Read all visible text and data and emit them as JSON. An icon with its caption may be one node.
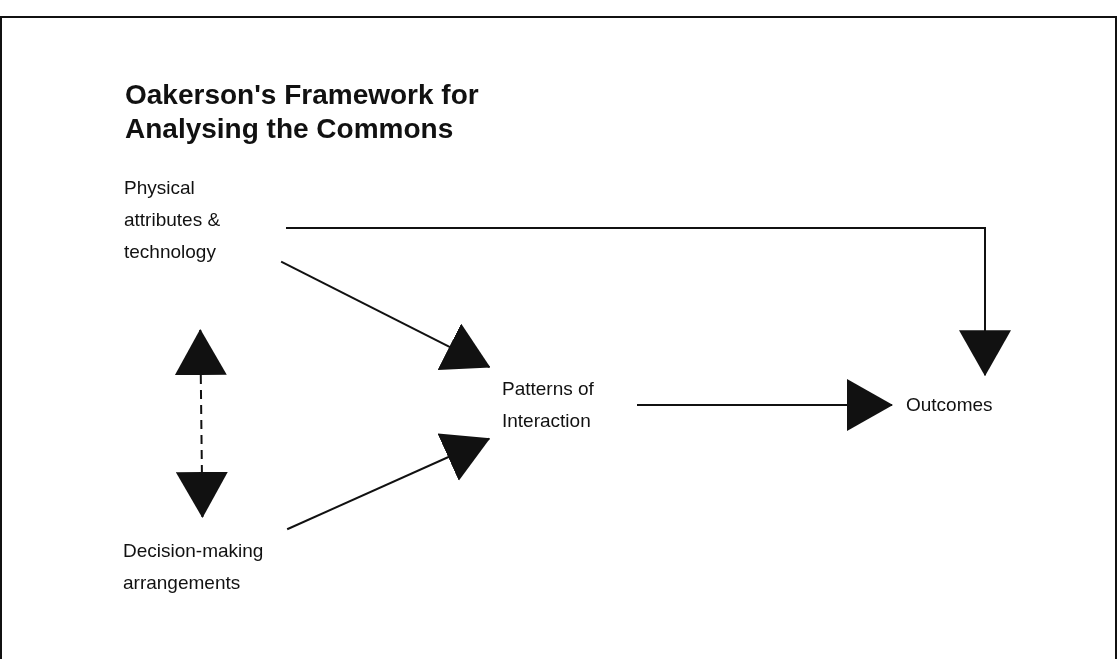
{
  "diagram": {
    "title": "Oakerson's Framework for Analysing the Commons",
    "nodes": [
      {
        "text": [
          "Physical attributes & technology"
        ]
      },
      {
        "text": [
          "Patterns of Interaction"
        ]
      },
      {
        "text": [
          "Outcomes"
        ]
      },
      {
        "text": [
          "Decision-making arrangements"
        ]
      }
    ],
    "edges": [
      {
        "from": 0,
        "to": 2,
        "arrow": "to"
      },
      {
        "from": 0,
        "to": 1,
        "arrow": "to"
      },
      {
        "from": 3,
        "to": 1,
        "arrow": "to"
      },
      {
        "from": 1,
        "to": 2,
        "arrow": "to"
      },
      {
        "from": 0,
        "to": 3,
        "arrow": "both",
        "style": "dashed"
      }
    ]
  }
}
